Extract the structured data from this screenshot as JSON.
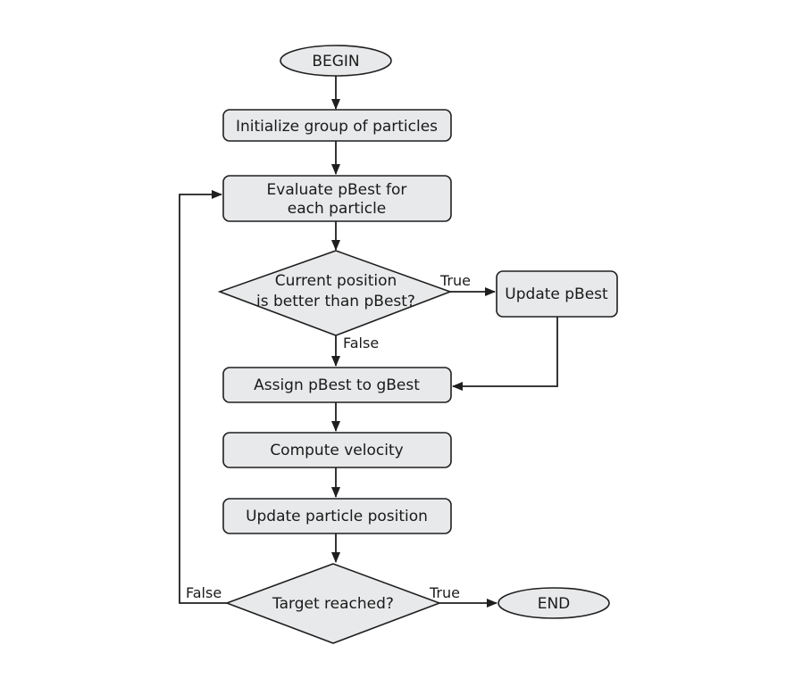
{
  "flowchart": {
    "nodes": {
      "begin": {
        "lines": [
          "BEGIN"
        ]
      },
      "init": {
        "lines": [
          "Initialize group of particles"
        ]
      },
      "evaluate": {
        "lines": [
          "Evaluate pBest for",
          "each particle"
        ]
      },
      "decision_position": {
        "lines": [
          "Current position",
          "is better than pBest?"
        ]
      },
      "update_pbest": {
        "lines": [
          "Update pBest"
        ]
      },
      "assign": {
        "lines": [
          "Assign pBest to gBest"
        ]
      },
      "velocity": {
        "lines": [
          "Compute velocity"
        ]
      },
      "update_position": {
        "lines": [
          "Update particle position"
        ]
      },
      "decision_target": {
        "lines": [
          "Target reached?"
        ]
      },
      "end": {
        "lines": [
          "END"
        ]
      }
    },
    "edge_labels": {
      "position_true": "True",
      "position_false": "False",
      "target_false": "False",
      "target_true": "True"
    }
  }
}
